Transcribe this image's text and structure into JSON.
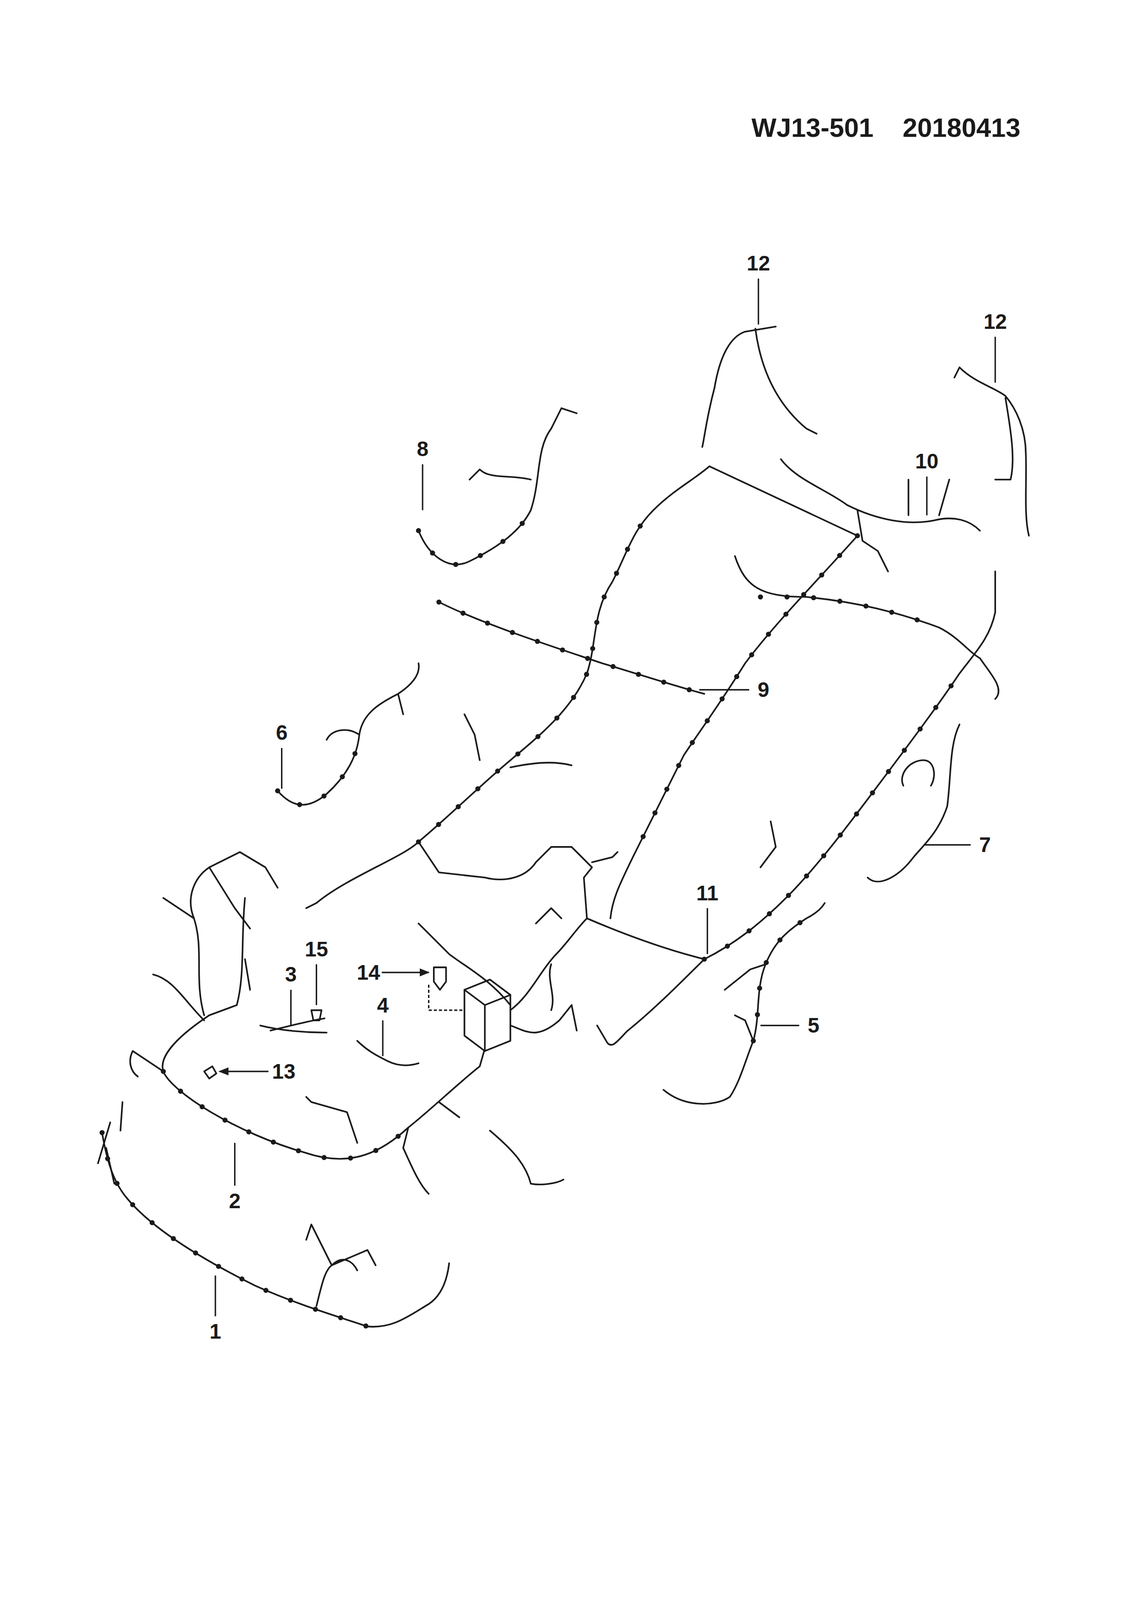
{
  "diagram": {
    "labels": [
      "WJ13-501",
      "20180413",
      "12",
      "12",
      "8",
      "10",
      "9",
      "6",
      "7",
      "11",
      "15",
      "3",
      "14",
      "4",
      "13",
      "5",
      "2",
      "1"
    ]
  }
}
